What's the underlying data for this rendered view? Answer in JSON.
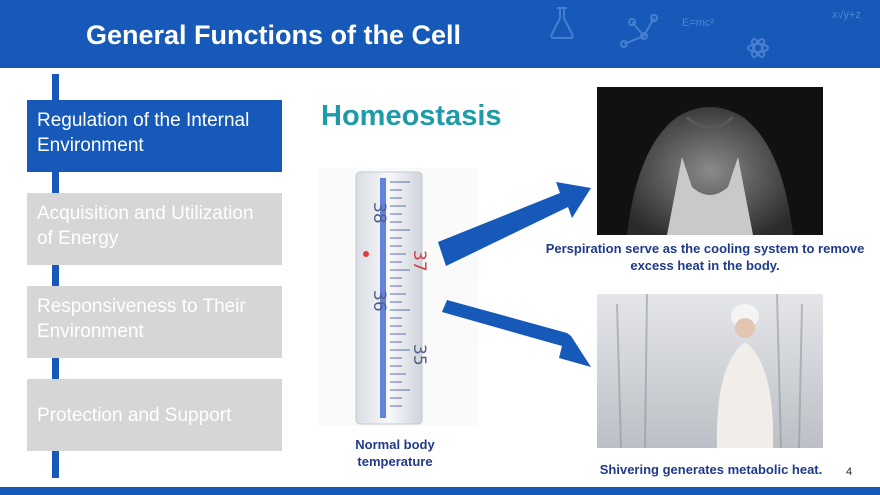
{
  "slide": {
    "title": "General Functions of the Cell",
    "page_number": "4"
  },
  "menu": {
    "items": [
      {
        "label": "Regulation of the Internal Environment",
        "active": true
      },
      {
        "label": "Acquisition and Utilization of Energy",
        "active": false
      },
      {
        "label": "Responsiveness to Their Environment",
        "active": false
      },
      {
        "label": "Protection and Support",
        "active": false
      }
    ]
  },
  "content": {
    "heading": "Homeostasis",
    "thermometer_caption": "Normal body temperature",
    "thermometer_labels": [
      "38",
      "37",
      "36",
      "35"
    ],
    "perspiration_caption": "Perspiration serve as the cooling system to remove excess heat in the body.",
    "shivering_caption": "Shivering generates metabolic heat."
  },
  "colors": {
    "brand_blue": "#1659b8",
    "teal_heading": "#1e9ba8",
    "inactive_gray": "#d6d6d6",
    "caption_navy": "#1f3a8a"
  },
  "icons": [
    "flask-icon",
    "molecule-icon",
    "formula-icon",
    "atom-icon",
    "math-icon"
  ]
}
